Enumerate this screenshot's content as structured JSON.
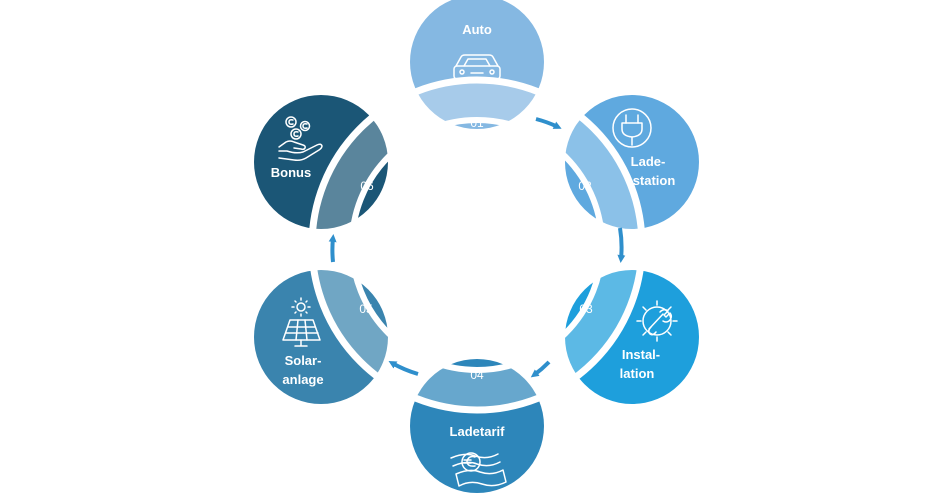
{
  "steps": [
    {
      "number": "01",
      "label_lines": [
        "Auto"
      ],
      "icon": "car-icon",
      "color": "#85B8E2"
    },
    {
      "number": "02",
      "label_lines": [
        "Lade-",
        "station"
      ],
      "icon": "plug-icon",
      "color": "#5FA9DF"
    },
    {
      "number": "03",
      "label_lines": [
        "Instal-",
        "lation"
      ],
      "icon": "gear-wrench-icon",
      "color": "#1E9FDC"
    },
    {
      "number": "04",
      "label_lines": [
        "Ladetarif"
      ],
      "icon": "euro-banknotes-icon",
      "color": "#2D86BA"
    },
    {
      "number": "05",
      "label_lines": [
        "Solar-",
        "anlage"
      ],
      "icon": "solar-panel-icon",
      "color": "#3A84AE"
    },
    {
      "number": "06",
      "label_lines": [
        "Bonus"
      ],
      "icon": "coins-hand-icon",
      "color": "#1B5676"
    }
  ],
  "ring": {
    "color": "#ffffff",
    "arrow_color": "#2F8FCC"
  }
}
